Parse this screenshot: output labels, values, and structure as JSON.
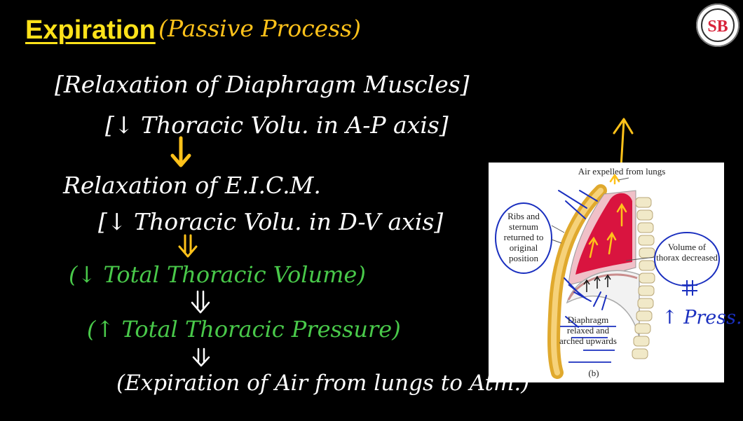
{
  "title": "Expiration",
  "subtitle": "(Passive Process)",
  "notes": {
    "line1": "[Relaxation of Diaphragm Muscles]",
    "line2": "[↓ Thoracic Volu. in A-P axis]",
    "line3": "Relaxation of E.I.C.M.",
    "line4": "[↓ Thoracic Volu. in D-V axis]",
    "line5": "(↓ Total Thoracic Volume)",
    "line6": "(↑ Total Thoracic Pressure)",
    "line7": "(Expiration of Air from lungs to Atm.)",
    "press_note": "↑ Press."
  },
  "logo": {
    "text": "SB"
  },
  "figure": {
    "label_top": "Air expelled from lungs",
    "label_ribs": "Ribs and sternum returned to original position",
    "label_volume": "Volume of thorax decreased",
    "label_diaphragm": "Diaphragm relaxed and arched upwards",
    "caption": "(b)"
  },
  "colors": {
    "background": "#000000",
    "title": "#ffe21a",
    "yellow_ink": "#ffc21a",
    "green_ink": "#49c94a",
    "blue_ink": "#1a2fbf",
    "lung": "#d9143f"
  }
}
